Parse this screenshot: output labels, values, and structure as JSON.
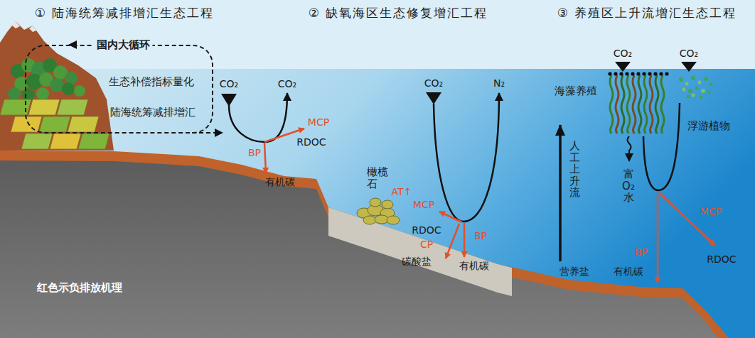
{
  "diagram": {
    "nodes": [
      {
        "text": [
          "国内大循环",
          "生态补偿指标量化",
          "陆海统筹减排增汇"
        ]
      }
    ],
    "labels": [
      "① 陆海统筹减排增汇生态工程",
      "② 缺氧海区生态修复增汇工程",
      "③ 养殖区上升流增汇生态工程",
      "CO₂",
      "CO₂",
      "MCP",
      "BP",
      "RDOC",
      "有机碳",
      "CO₂",
      "N₂",
      "橄榄石",
      "AT↑",
      "MCP",
      "RDOC",
      "CP",
      "BP",
      "碳酸盐",
      "有机碳",
      "CO₂",
      "CO₂",
      "海藻养殖",
      "浮游植物",
      "人工上升流",
      "富O₂水",
      "营养盐",
      "MCP",
      "BP",
      "RDOC",
      "有机碳",
      "红色示负排放机理"
    ]
  }
}
